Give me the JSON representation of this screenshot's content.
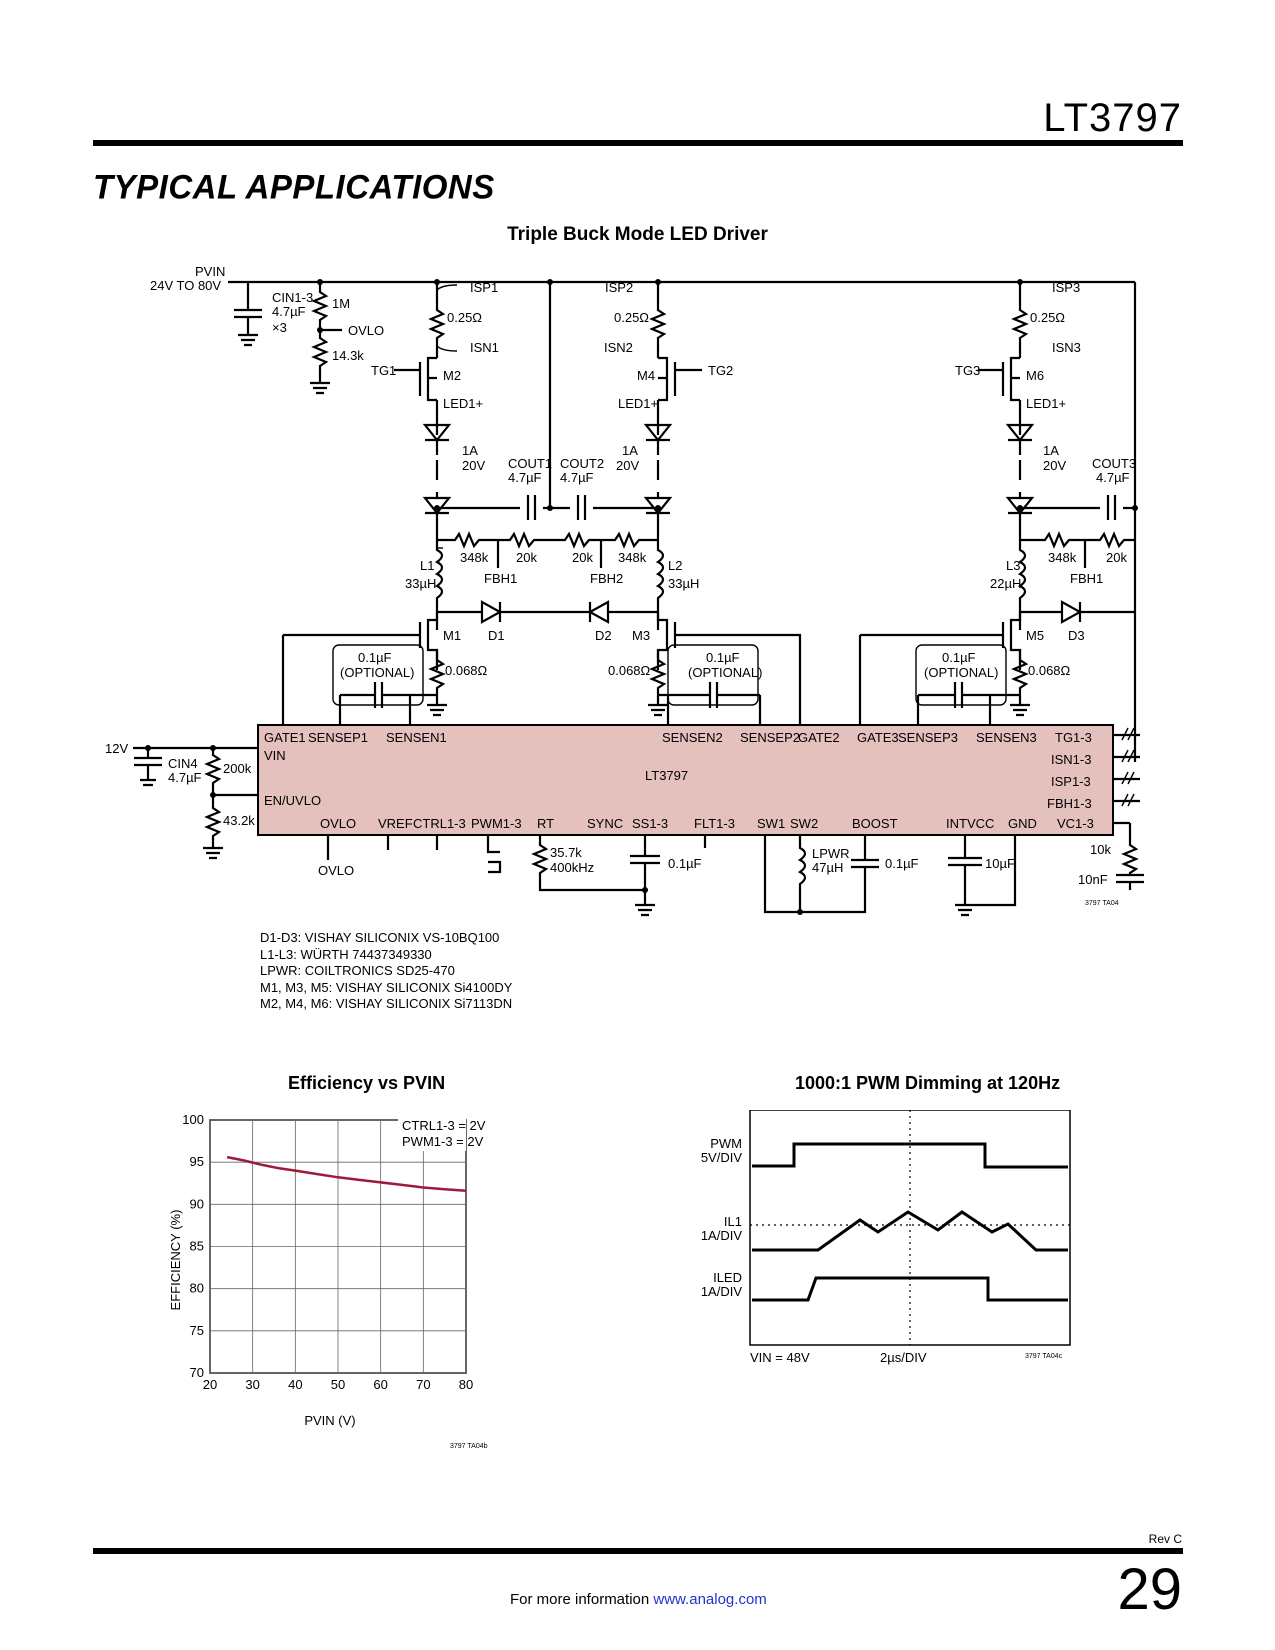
{
  "header": {
    "part_number": "LT3797",
    "section_title": "TYPICAL APPLICATIONS"
  },
  "schematic": {
    "title": "Triple Buck Mode LED Driver",
    "labels": {
      "pvin": "PVIN",
      "pvin_range": "24V TO 80V",
      "cin13": "CIN1-3",
      "cin13_val": "4.7µF",
      "cin13_qty": "×3",
      "r1m": "1M",
      "ovlo": "OVLO",
      "r14k": "14.3k",
      "isp1": "ISP1",
      "isn1": "ISN1",
      "isp2": "ISP2",
      "isn2": "ISN2",
      "isp3": "ISP3",
      "isn3": "ISN3",
      "rsense": "0.25Ω",
      "tg1": "TG1",
      "tg2": "TG2",
      "tg3": "TG3",
      "m1": "M1",
      "m2": "M2",
      "m3": "M3",
      "m4": "M4",
      "m5": "M5",
      "m6": "M6",
      "led1": "LED1+",
      "i_led": "1A",
      "v_led": "20V",
      "cout1": "COUT1",
      "cout2": "COUT2",
      "cout3": "COUT3",
      "cout_val": "4.7µF",
      "r348k": "348k",
      "r20k": "20k",
      "fbh1": "FBH1",
      "fbh2": "FBH2",
      "l1": "L1",
      "l2": "L2",
      "l3": "L3",
      "l33": "33µH",
      "l22": "22µH",
      "d1": "D1",
      "d2": "D2",
      "d3": "D3",
      "c01": "0.1µF",
      "optional": "(OPTIONAL)",
      "r068": "0.068Ω",
      "v12": "12V",
      "cin4": "CIN4",
      "cin4_val": "4.7µF",
      "r200k": "200k",
      "r43k": "43.2k",
      "chip_name": "LT3797",
      "pin_gate1": "GATE1",
      "pin_sensep1": "SENSEP1",
      "pin_sensen1": "SENSEN1",
      "pin_sensen2": "SENSEN2",
      "pin_sensep2": "SENSEP2",
      "pin_gate2": "GATE2",
      "pin_gate3": "GATE3",
      "pin_sensep3": "SENSEP3",
      "pin_sensen3": "SENSEN3",
      "pin_vin": "VIN",
      "pin_enuvlo": "EN/UVLO",
      "pin_ovlo": "OVLO",
      "pin_vref": "VREF",
      "pin_ctrl": "CTRL1-3",
      "pin_pwm": "PWM1-3",
      "pin_rt": "RT",
      "pin_sync": "SYNC",
      "pin_ss": "SS1-3",
      "pin_flt": "FLT1-3",
      "pin_sw1": "SW1",
      "pin_sw2": "SW2",
      "pin_boost": "BOOST",
      "pin_intvcc": "INTVCC",
      "pin_gnd": "GND",
      "pin_tg": "TG1-3",
      "pin_isn": "ISN1-3",
      "pin_isp": "ISP1-3",
      "pin_fbh": "FBH1-3",
      "pin_vc": "VC1-3",
      "ovlo_out": "OVLO",
      "r357k": "35.7k",
      "f400k": "400kHz",
      "css": "0.1µF",
      "lpwr": "LPWR",
      "lpwr_val": "47µH",
      "cboost": "0.1µF",
      "cintvcc": "10µF",
      "r10k": "10k",
      "c10n": "10nF",
      "fig_id": "3797 TA04"
    },
    "notes": [
      "D1-D3: VISHAY SILICONIX VS-10BQ100",
      "L1-L3: WÜRTH 74437349330",
      "LPWR: COILTRONICS SD25-470",
      "M1, M3, M5: VISHAY SILICONIX Si4100DY",
      "M2, M4, M6: VISHAY SILICONIX Si7113DN"
    ]
  },
  "efficiency_chart": {
    "title": "Efficiency vs PVIN",
    "fig_id": "3797 TA04b",
    "chart_data": {
      "type": "line",
      "xlabel": "PVIN (V)",
      "ylabel": "EFFICIENCY (%)",
      "xlim": [
        20,
        80
      ],
      "ylim": [
        70,
        100
      ],
      "x_ticks": [
        20,
        30,
        40,
        50,
        60,
        70,
        80
      ],
      "y_ticks": [
        70,
        75,
        80,
        85,
        90,
        95,
        100
      ],
      "grid": true,
      "legend": "top-right",
      "annotation": [
        "CTRL1-3 = 2V",
        "PWM1-3 = 2V"
      ],
      "series_color": "#9e1a3a",
      "x": [
        24,
        28,
        32,
        36,
        40,
        45,
        50,
        55,
        60,
        65,
        70,
        75,
        80
      ],
      "y": [
        95.6,
        95.2,
        94.7,
        94.3,
        94.0,
        93.6,
        93.2,
        92.9,
        92.6,
        92.3,
        92.0,
        91.8,
        91.6
      ]
    }
  },
  "scope": {
    "title": "1000:1 PWM Dimming at 120Hz",
    "traces": {
      "pwm": "PWM",
      "pwm_scale": "5V/DIV",
      "il1": "IL1",
      "il1_scale": "1A/DIV",
      "iled": "ILED",
      "iled_scale": "1A/DIV"
    },
    "vin": "VIN = 48V",
    "timebase": "2µs/DIV",
    "fig_id": "3797 TA04c"
  },
  "footer": {
    "rev": "Rev C",
    "info_text": "For more information",
    "link_text": "www.analog.com",
    "page_number": "29"
  }
}
